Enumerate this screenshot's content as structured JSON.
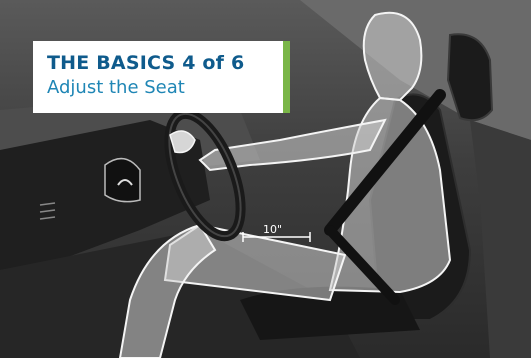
{
  "title_card": {
    "heading": "THE BASICS 4 of 6",
    "subheading": "Adjust the Seat"
  },
  "illustration": {
    "measurement_label": "10\""
  },
  "colors": {
    "heading": "#0f5b8c",
    "subheading": "#1f86b5",
    "accent_bar": "#7ab648",
    "figure_fill": "#c9c9c9",
    "figure_outline": "#f2f2f2"
  }
}
